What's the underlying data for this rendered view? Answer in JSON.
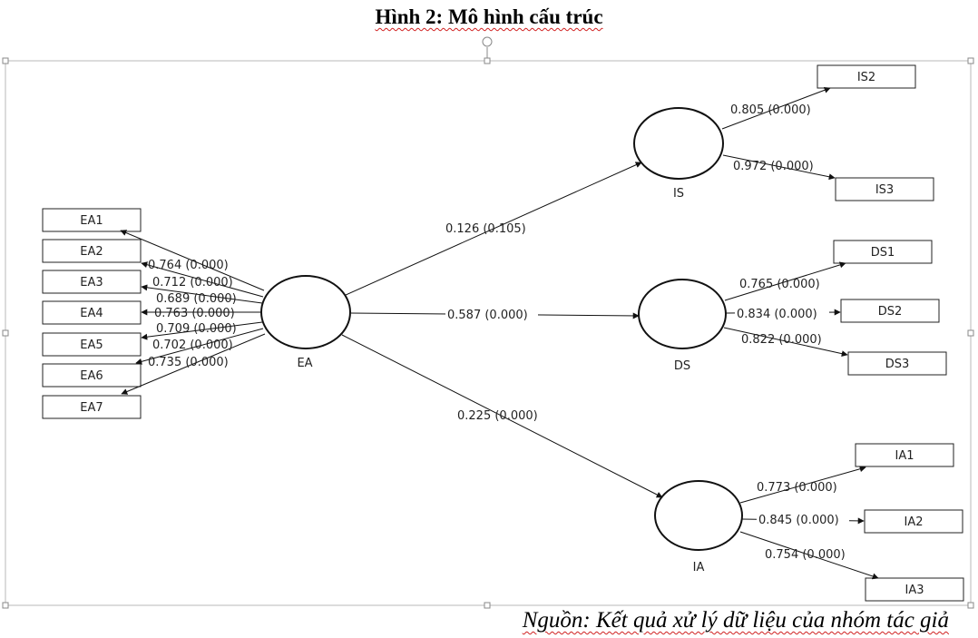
{
  "title": "Hình 2: Mô hình cấu trúc",
  "source": "Nguồn: Kết quả xử lý dữ liệu của nhóm tác giả",
  "constructs": {
    "EA": "EA",
    "IS": "IS",
    "DS": "DS",
    "IA": "IA"
  },
  "indicators": {
    "EA": [
      "EA1",
      "EA2",
      "EA3",
      "EA4",
      "EA5",
      "EA6",
      "EA7"
    ],
    "IS": [
      "IS2",
      "IS3"
    ],
    "DS": [
      "DS1",
      "DS2",
      "DS3"
    ],
    "IA": [
      "IA1",
      "IA2",
      "IA3"
    ]
  },
  "loadings": {
    "EA": [
      "0.764 (0.000)",
      "0.712 (0.000)",
      "0.689 (0.000)",
      "0.763 (0.000)",
      "0.709 (0.000)",
      "0.702 (0.000)",
      "0.735 (0.000)"
    ],
    "IS": [
      "0.805 (0.000)",
      "0.972 (0.000)"
    ],
    "DS": [
      "0.765 (0.000)",
      "0.834 (0.000)",
      "0.822 (0.000)"
    ],
    "IA": [
      "0.773 (0.000)",
      "0.845 (0.000)",
      "0.754 (0.000)"
    ]
  },
  "paths": {
    "EA_IS": "0.126 (0.105)",
    "EA_DS": "0.587 (0.000)",
    "EA_IA": "0.225 (0.000)"
  }
}
